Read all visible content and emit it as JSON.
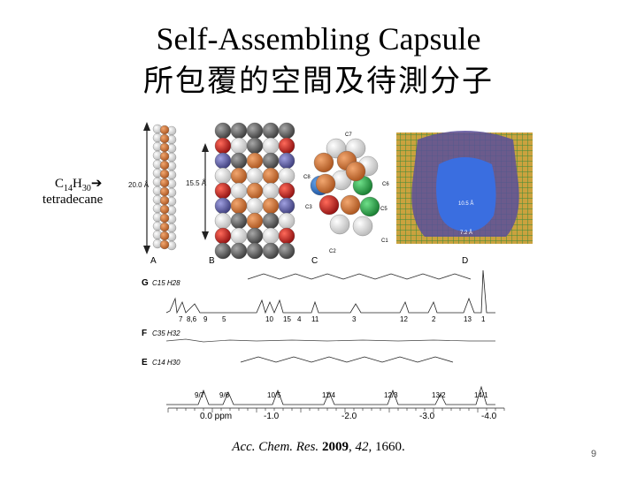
{
  "slide": {
    "title_line1": "Self-Assembling Capsule",
    "title_line2": "所包覆的空間及待測分子",
    "page_number": "9"
  },
  "molecule": {
    "formula_c": "C",
    "formula_c_sub": "14",
    "formula_h": "H",
    "formula_h_sub": "30",
    "arrow": "➔",
    "name": "tetradecane"
  },
  "figure": {
    "panel_labels": [
      "A",
      "B",
      "C",
      "D"
    ],
    "dim_a": "20.0 Å",
    "dim_b": "15.5 Å",
    "carbon_labels": [
      "C7",
      "C8",
      "C6",
      "C5",
      "C3",
      "C2",
      "C1"
    ],
    "heatmap_labels": [
      "10.5 Å",
      "7.2 Å"
    ],
    "spectra": [
      {
        "letter": "G",
        "formula": "C15 H28",
        "peaks": [
          "7",
          "8,6",
          "9",
          "5",
          "10",
          "15",
          "4",
          "11",
          "3",
          "12",
          "2",
          "13",
          "1"
        ]
      },
      {
        "letter": "F",
        "formula": "C35 H32",
        "peaks": []
      },
      {
        "letter": "E",
        "formula": "C14 H30",
        "peaks": [
          "9/7",
          "9/6",
          "10/5",
          "11/4",
          "12/3",
          "13/2",
          "14/1"
        ]
      }
    ],
    "axis_ticks": [
      "0.0 ppm",
      "-1.0",
      "-2.0",
      "-3.0",
      "-4.0"
    ]
  },
  "citation": {
    "journal": "Acc. Chem. Res.",
    "year": "2009",
    "volume": "42",
    "pages": "1660."
  },
  "colors": {
    "carbon": "#d2783c",
    "hydrogen": "#f0f0f0",
    "oxygen": "#d01c1c",
    "nitrogen": "#6a6aa8",
    "capsule_gray": "#707070",
    "heatmap_blue": "#3a4fc0",
    "heatmap_bg": "#c8a040"
  }
}
